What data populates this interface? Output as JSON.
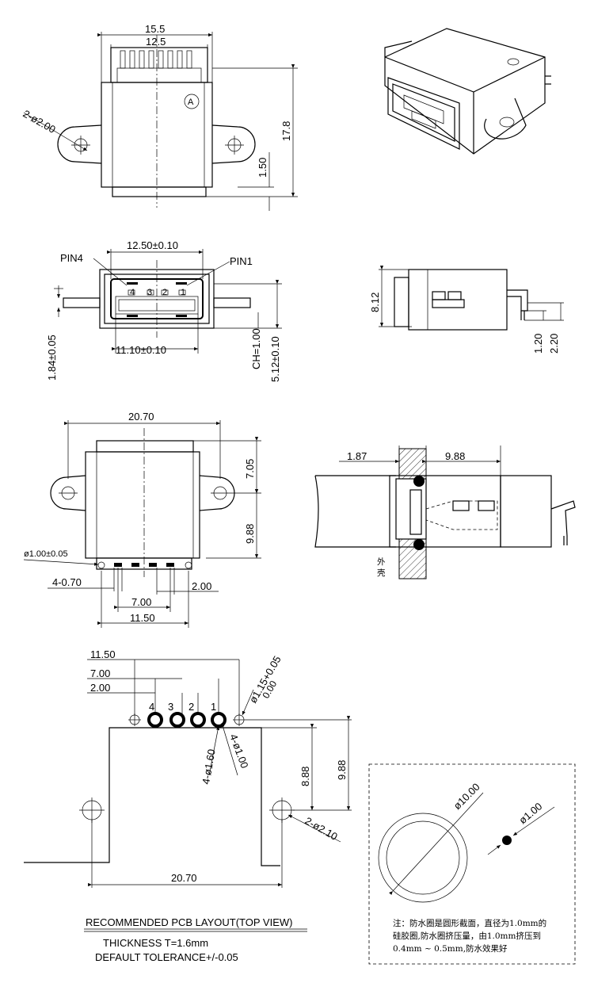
{
  "top_view": {
    "dim_width_outer": "15.5",
    "dim_width_inner": "12.5",
    "dim_height": "17.8",
    "dim_offset": "1.50",
    "hole_label": "2-ø2.00",
    "mark": "A"
  },
  "front_view": {
    "dim_top": "12.50±0.10",
    "dim_bottom": "11.10±0.10",
    "pin4_label": "PIN4",
    "pin1_label": "PIN1",
    "pin_numbers": [
      "4",
      "3",
      "2",
      "1"
    ],
    "dim_left": "1.84±0.05",
    "dim_ch": "CH=1.00",
    "dim_right": "5.12±0.10"
  },
  "side_view": {
    "dim_height": "8.12",
    "dim_a": "1.20",
    "dim_b": "2.20"
  },
  "bottom_view": {
    "dim_width": "20.70",
    "dim_upper": "7.05",
    "dim_lower": "9.88",
    "dim_hole": "ø1.00±0.05",
    "dim_pins": "4-0.70",
    "dim_pitch": "2.00",
    "dim_span7": "7.00",
    "dim_span11": "11.50"
  },
  "panel_view": {
    "dim_wall": "1.87",
    "dim_depth": "9.88",
    "shell_label": "外壳"
  },
  "pcb_layout": {
    "dim_1150": "11.50",
    "dim_700": "7.00",
    "dim_200": "2.00",
    "dim_115": "ø1.15+0.05",
    "dim_115_lower": "0.00",
    "pin_numbers": [
      "4",
      "3",
      "2",
      "1"
    ],
    "dim_160": "4-ø1.60",
    "dim_100": "4-ø1.00",
    "dim_888": "8.88",
    "dim_988": "9.88",
    "dim_210": "2-ø2.10",
    "dim_2070": "20.70",
    "title": "RECOMMENDED PCB LAYOUT(TOP VIEW)",
    "thickness": "THICKNESS T=1.6mm",
    "tolerance": "DEFAULT TOLERANCE+/-0.05"
  },
  "seal_detail": {
    "dim_ring": "ø10.00",
    "dim_section": "ø1.00",
    "note_line1": "注：防水圈是圆形截面，直径为1.0mm的",
    "note_line2": "硅胶圈,防水圈挤压量，由1.0mm挤压到",
    "note_line3": "0.4mm ~ 0.5mm,防水效果好"
  }
}
